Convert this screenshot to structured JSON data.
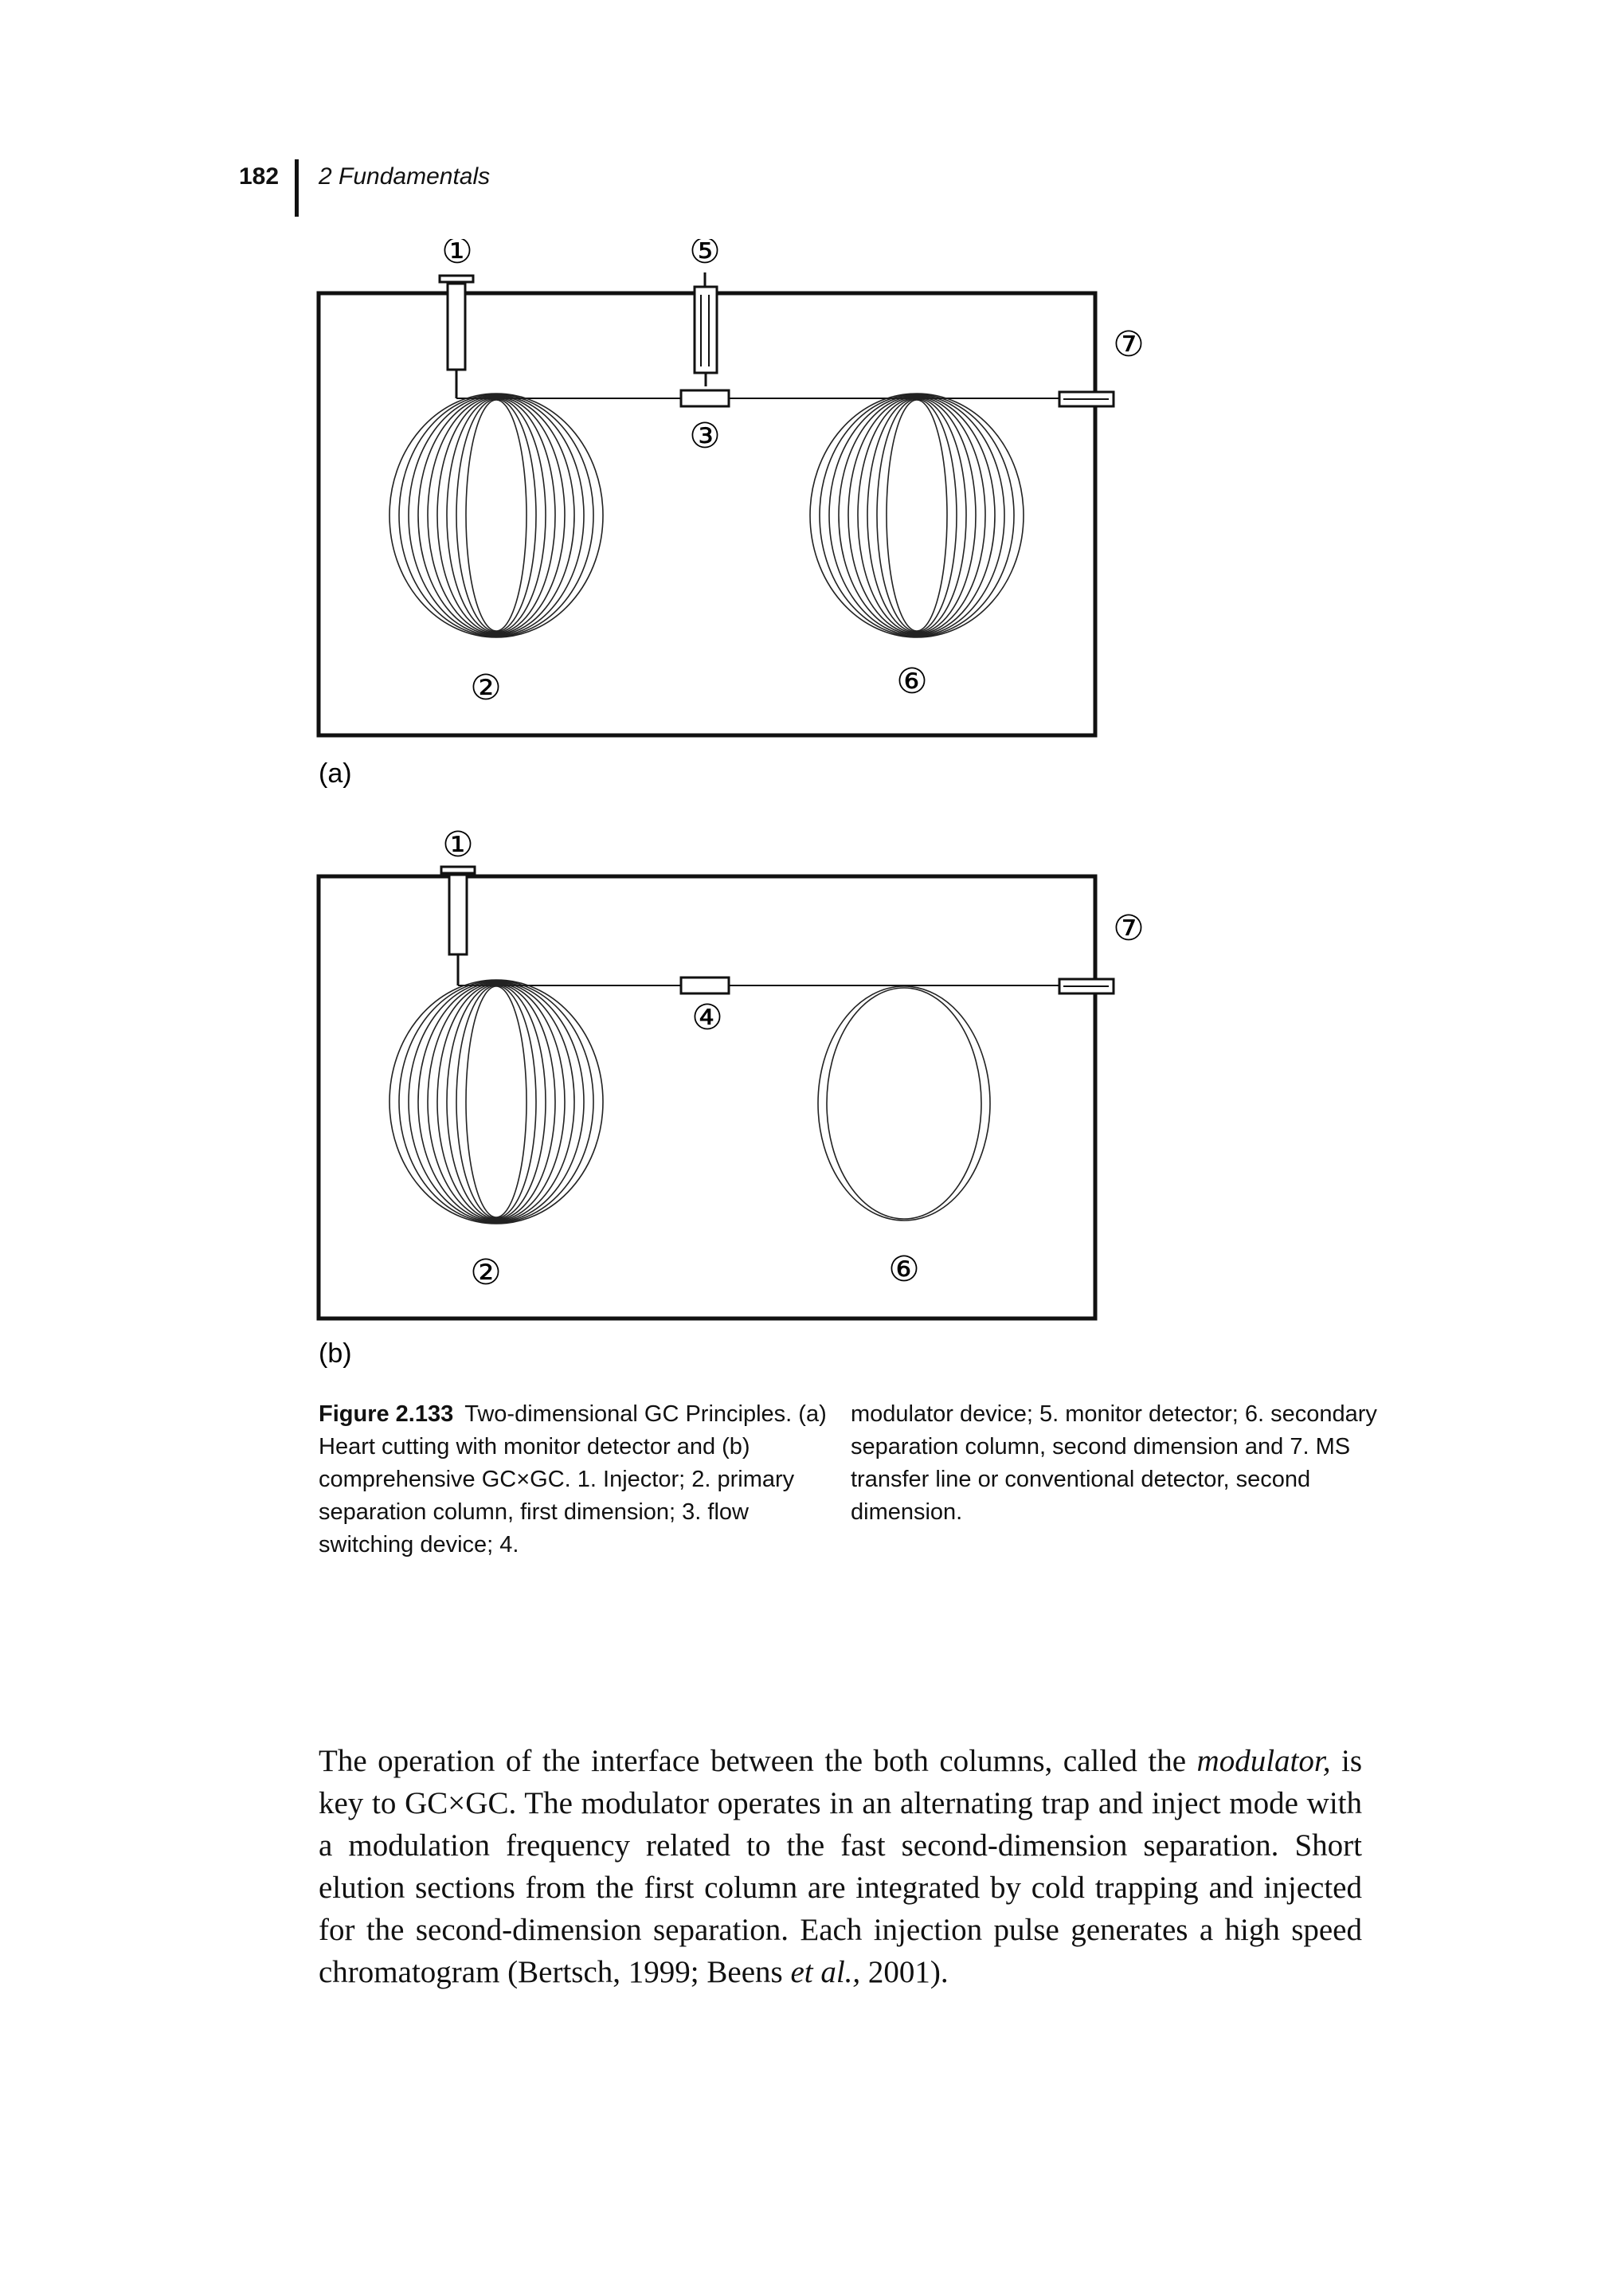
{
  "header": {
    "page_number": "182",
    "running_head": "2  Fundamentals"
  },
  "figure": {
    "panel_a": {
      "label": "(a)",
      "markers": [
        "①",
        "②",
        "③",
        "⑤",
        "⑥",
        "⑦"
      ]
    },
    "panel_b": {
      "label": "(b)",
      "markers": [
        "①",
        "②",
        "④",
        "⑥",
        "⑦"
      ]
    },
    "caption": {
      "label": "Figure 2.133",
      "left_text": "Two-dimensional GC Principles. (a) Heart cutting with monitor detector and (b) comprehensive GC×GC. 1. Injector; 2. primary separation column, first dimension; 3. flow switching device; 4.",
      "right_text": "modulator device; 5. monitor detector; 6. secondary separation column, second dimension and 7. MS transfer line or conventional detector, second dimension."
    }
  },
  "body": {
    "p1_before": "The operation of the interface between the both columns, called the ",
    "p1_em1": "modulator,",
    "p1_mid": " is key to GC×GC. The modulator operates in an alternating trap and inject mode with a modulation frequency related to the fast second-dimension separation. Short elution sections from the first column are integrated by cold trapping and injected for the second-dimension separation. Each injection pulse generates a high speed chromatogram (Bertsch, 1999; Beens ",
    "p1_em2": "et al.,",
    "p1_end": " 2001)."
  }
}
